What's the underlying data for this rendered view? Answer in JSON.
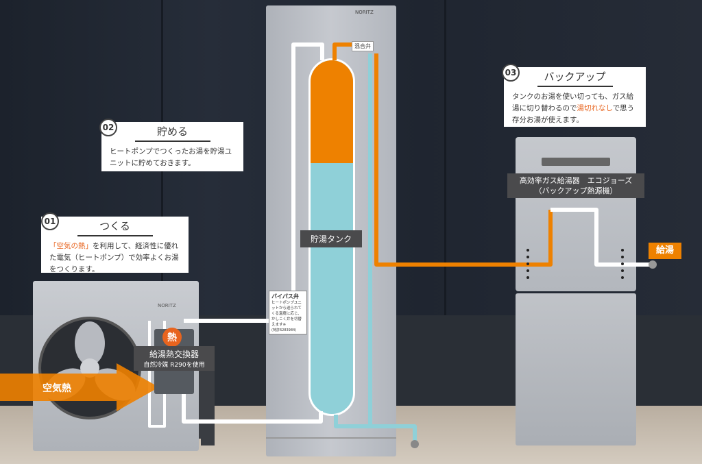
{
  "brand": "NORITZ",
  "callouts": [
    {
      "num": "01",
      "title": "つくる",
      "text_pre": "",
      "highlight": "「空気の熱」",
      "text_post": "を利用して、経済性に優れた電気（ヒートポンプ）で効率よくお湯をつくります。"
    },
    {
      "num": "02",
      "title": "貯める",
      "text": "ヒートポンプでつくったお湯を貯湯ユニットに貯めておきます。"
    },
    {
      "num": "03",
      "title": "バックアップ",
      "text_pre": "タンクのお湯を使い切っても、ガス給湯に切り替わるので",
      "highlight": "湯切れなし",
      "text_post": "で思う存分お湯が使えます。"
    }
  ],
  "labels": {
    "tank": "貯湯タンク",
    "mixing_valve": "混合弁",
    "bypass_title": "バイパス弁",
    "bypass_text": "ヒートポンプユニットから送られてくる温度に応じ、かしこく弁を切替えます※",
    "bypass_patent": "(特許6283984)",
    "heat": "熱",
    "exchanger_title": "給湯熱交換器",
    "exchanger_sub": "自然冷媒 R290を使用",
    "air_heat": "空気熱",
    "gas_title": "高効率ガス給湯器　エコジョーズ",
    "gas_sub": "（バックアップ熱源機）",
    "hot_water": "給湯"
  },
  "colors": {
    "orange": "#ee8100",
    "teal": "#8fd0d8",
    "white": "#ffffff"
  }
}
